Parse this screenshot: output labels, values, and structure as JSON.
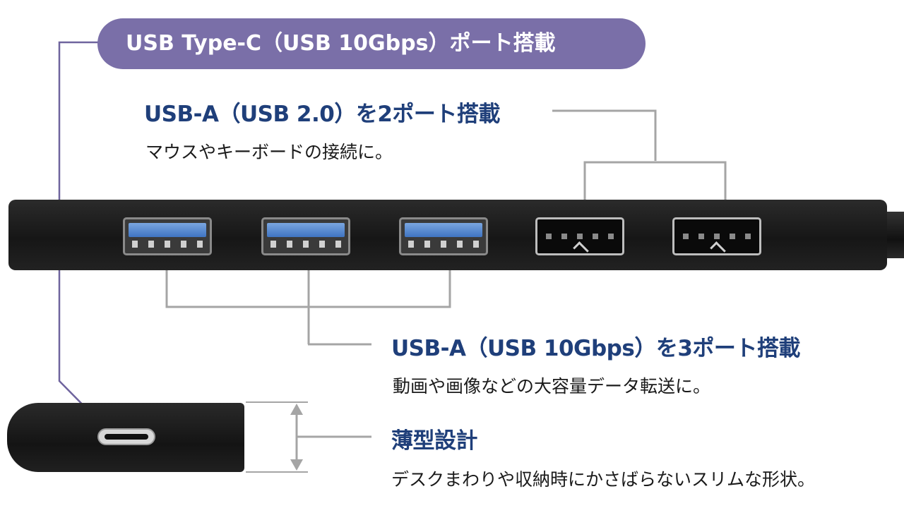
{
  "callouts": {
    "typec": {
      "heading": "USB Type-C（USB 10Gbps）ポート搭載"
    },
    "usb2": {
      "heading": "USB-A（USB 2.0）を2ポート搭載",
      "description": "マウスやキーボードの接続に。"
    },
    "usb10": {
      "heading": "USB-A（USB 10Gbps）を3ポート搭載",
      "description": "動画や画像などの大容量データ転送に。"
    },
    "slim": {
      "heading": "薄型設計",
      "description": "デスクまわりや収納時にかさばらないスリムな形状。"
    }
  },
  "colors": {
    "pill": "#7a6fa8",
    "heading": "#1f3f7a",
    "connector_line": "#a5a5a5",
    "typec_line": "#6f649e",
    "port_blue": "#4a80cc"
  }
}
